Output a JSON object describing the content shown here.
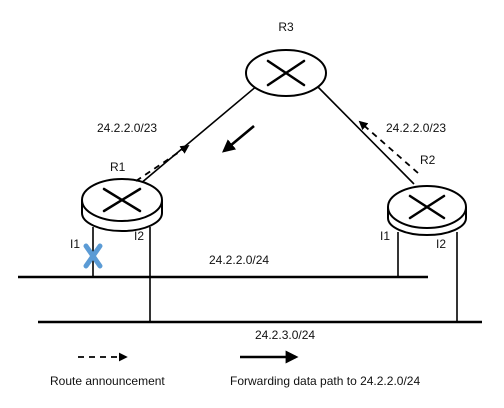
{
  "routers": {
    "r3": {
      "label": "R3"
    },
    "r1": {
      "label": "R1",
      "if_left": "I1",
      "if_right": "I2"
    },
    "r2": {
      "label": "R2",
      "if_left": "I1",
      "if_right": "I2"
    }
  },
  "announcements": {
    "r1_prefix": "24.2.2.0/23",
    "r2_prefix": "24.2.2.0/23"
  },
  "networks": {
    "upper_lan": "24.2.2.0/24",
    "lower_lan": "24.2.3.0/24"
  },
  "failure_marker": {
    "link": "R1 I1",
    "color": "#5b9bd5"
  },
  "legend": {
    "route_announcement": "Route announcement",
    "forwarding_path": "Forwarding data path to 24.2.2.0/24"
  }
}
